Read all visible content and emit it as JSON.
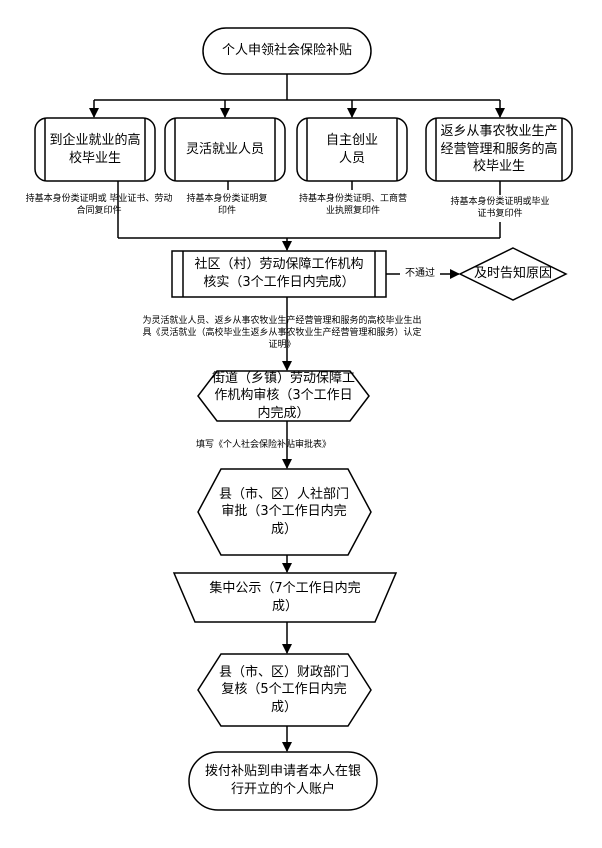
{
  "start": "个人申领社会保险补贴",
  "branches": [
    {
      "title": "到企业就业的高校毕业生",
      "note": "持基本身份类证明或 毕业证书、劳动合同复印件"
    },
    {
      "title": "灵活就业人员",
      "note": "持基本身份类证明复印件"
    },
    {
      "title": "自主创业人员",
      "note": "持基本身份类证明、工商营业执照复印件"
    },
    {
      "title": "返乡从事农牧业生产经营管理和服务的高校毕业生",
      "note": "持基本身份类证明或毕业证书复印件"
    }
  ],
  "community_review": "社区（村）劳动保障工作机构核实（3个工作日内完成）",
  "reject_label": "不通过",
  "reject_result": "及时告知原因",
  "cert_note": "为灵活就业人员、返乡从事农牧业生产经营管理和服务的高校毕业生出具《灵活就业（高校毕业生返乡从事农牧业生产经营管理和服务）认定证明》",
  "street_review": "街道（乡镇）劳动保障工作机构审核（3个工作日内完成）",
  "fill_form_note": "填写《个人社会保险补贴审批表》",
  "county_hr_approval": "县（市、区）人社部门审批（3个工作日内完成）",
  "public_notice": "集中公示（7个工作日内完成）",
  "county_finance_review": "县（市、区）财政部门复核（5个工作日内完成）",
  "end": "拨付补贴到申请者本人在银行开立的个人账户"
}
